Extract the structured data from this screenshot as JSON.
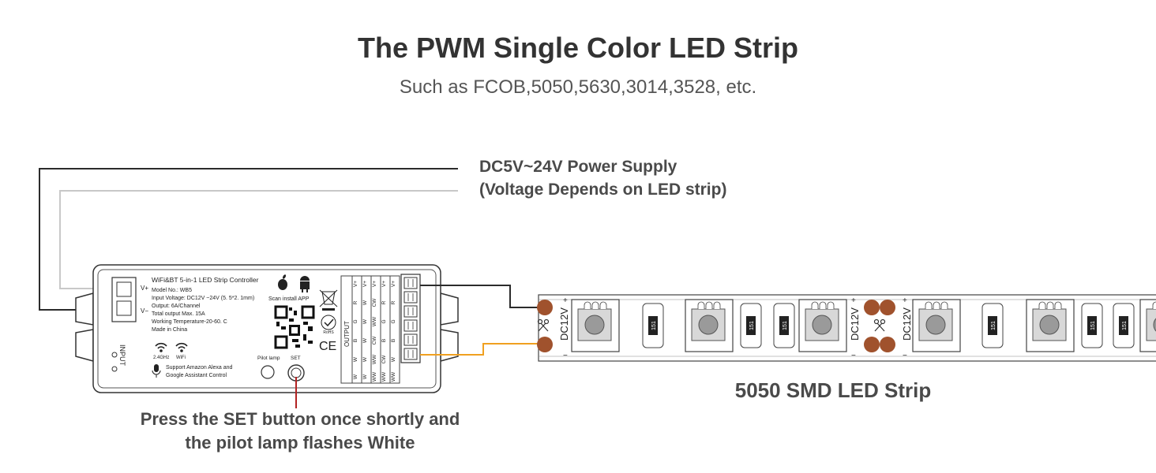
{
  "header": {
    "title": "The PWM Single Color LED Strip",
    "subtitle": "Such as FCOB,5050,5630,3014,3528, etc."
  },
  "power_supply": {
    "line1": "DC5V~24V Power Supply",
    "line2": "(Voltage Depends on LED strip)"
  },
  "controller": {
    "name": "WiFi&BT 5-in-1 LED Strip Controller",
    "model": "Model No.: WB5",
    "input_voltage": "Input Voltage: DC12V ~24V (5. 5*2. 1mm)",
    "output": "Output: 6A/Channel",
    "total_output": "Total output Max. 15A",
    "working_temp": "Working Temperature-20-60. C",
    "made_in": "Made in China",
    "scan_label": "Scan install APP",
    "ghz_label": "2.4GHz",
    "wifi_label": "WiFi",
    "alexa_line1": "Support Amazon Alexa and",
    "alexa_line2": "Google Assistant Control",
    "pilot_label": "Pilot lamp",
    "set_label": "SET",
    "input_label": "INPUT",
    "vplus": "V+",
    "vminus": "V−",
    "output_label": "OUTPUT",
    "ce_mark": "CE",
    "rohs_mark": "RoHS",
    "output_columns": [
      [
        "V+",
        "R",
        "G",
        "B",
        "W",
        "W"
      ],
      [
        "V+",
        "W",
        "W",
        "W",
        "W",
        "W"
      ],
      [
        "V+",
        "CW",
        "WW",
        "CW",
        "WW",
        "WW"
      ],
      [
        "V+",
        "R",
        "G",
        "B",
        "CW",
        "WW"
      ],
      [
        "V+",
        "R",
        "G",
        "B",
        "W",
        "WW"
      ]
    ]
  },
  "instruction": {
    "line1": "Press the SET button once shortly and",
    "line2": "the pilot lamp flashes White"
  },
  "strip": {
    "label": "5050 SMD LED Strip",
    "voltage_mark": "DC12V",
    "resistor_mark": "151",
    "plus": "+",
    "minus": "−"
  },
  "colors": {
    "wire_black": "#2b2b2b",
    "wire_gray": "#c8c8c8",
    "wire_orange": "#f0a020",
    "pointer_red": "#b22222",
    "pad_copper": "#a0522d"
  }
}
